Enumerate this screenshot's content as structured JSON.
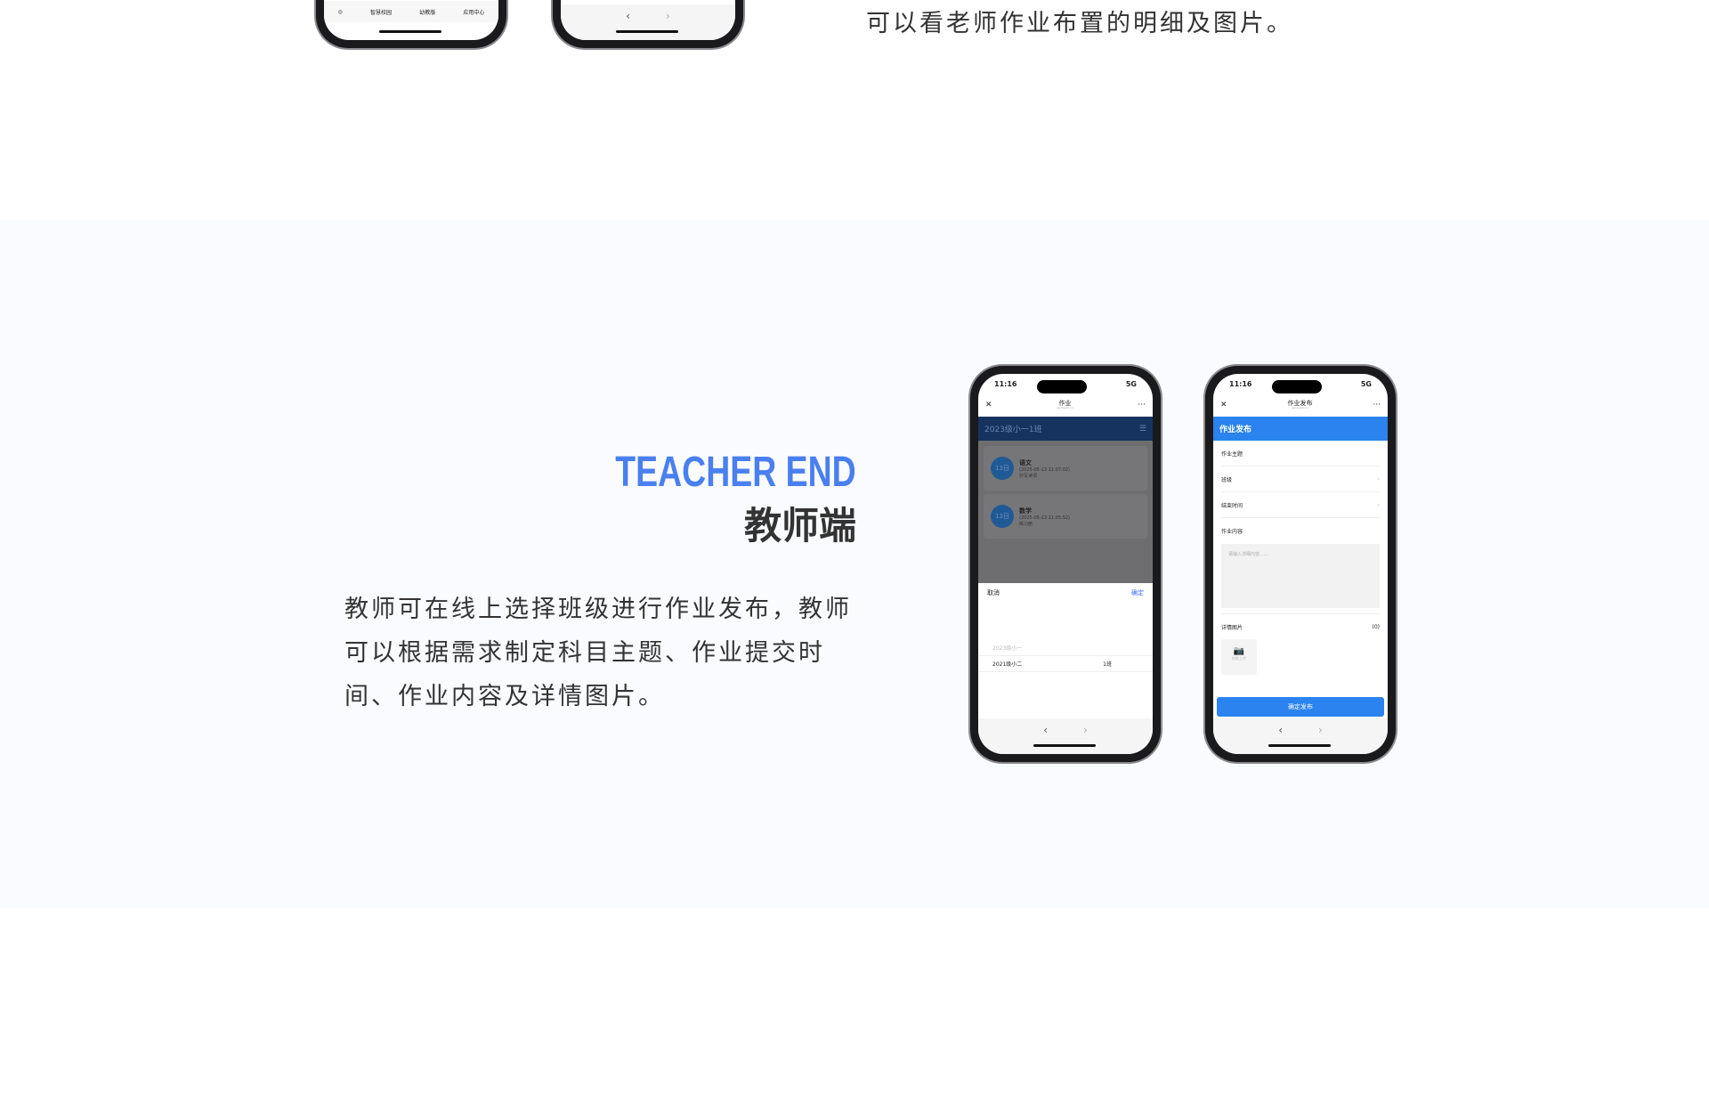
{
  "top": {
    "text": "可以看老师作业布置的明细及图片。",
    "tabs": [
      "智慧校园",
      "幼教版",
      "应用中心"
    ]
  },
  "section": {
    "title_en": "TEACHER END",
    "title_cn": "教师端",
    "description": "教师可在线上选择班级进行作业发布，教师可以根据需求制定科目主题、作业提交时间、作业内容及详情图片。",
    "accent": "#4a7ff0"
  },
  "phone_common": {
    "time": "11:16",
    "signal": "5G",
    "back": "‹",
    "forward": "›",
    "close": "✕",
    "more": "···"
  },
  "phone1": {
    "title": "作业",
    "url": "wx.zxsch.cn",
    "class_name": "2023级小一1班",
    "cards": [
      {
        "day": "13日",
        "subject": "语文",
        "meta": "(2025-05-13 11:07:02)",
        "desc": "抄写诗词"
      },
      {
        "day": "13日",
        "subject": "数学",
        "meta": "(2025-05-13 11:05:52)",
        "desc": "练习册"
      }
    ],
    "cancel": "取消",
    "confirm": "确定",
    "picker": [
      "2023级小一",
      "2021级小二"
    ],
    "picker_right": "1班"
  },
  "phone2": {
    "title": "作业发布",
    "url": "wx.zxsch.cn",
    "header": "作业发布",
    "fields": [
      "作业主题",
      "班级",
      "结束时间",
      "作业内容"
    ],
    "placeholder": "请输入详细内容......",
    "images_label": "详情图片",
    "images_count": "(0)",
    "upload": "拍照上传",
    "publish": "确定发布"
  }
}
